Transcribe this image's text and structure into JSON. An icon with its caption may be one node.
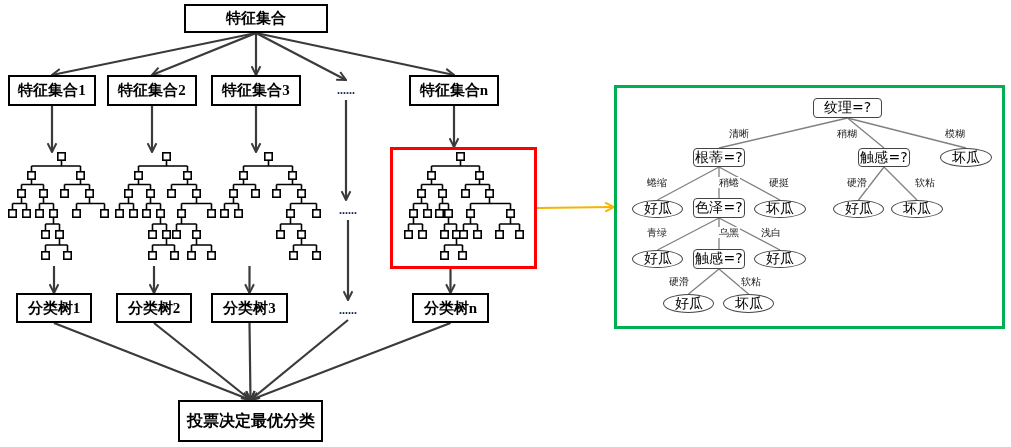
{
  "diagram": {
    "nodes": [
      {
        "text": [
          "特征集合"
        ]
      },
      {
        "text": [
          "特征集合1"
        ]
      },
      {
        "text": [
          "特征集合2"
        ]
      },
      {
        "text": [
          "特征集合3"
        ]
      },
      {
        "text": [
          "......"
        ]
      },
      {
        "text": [
          "特征集合n"
        ]
      },
      {
        "text": [],
        "shape": "picture"
      },
      {
        "text": [],
        "shape": "picture"
      },
      {
        "text": [],
        "shape": "picture"
      },
      {
        "text": [
          "......"
        ]
      },
      {
        "text": [],
        "shape": "box"
      },
      {
        "text": [],
        "shape": "picture",
        "in": 10
      },
      {
        "text": [
          "分类树1"
        ]
      },
      {
        "text": [
          "分类树2"
        ]
      },
      {
        "text": [
          "分类树3"
        ]
      },
      {
        "text": [
          "......"
        ]
      },
      {
        "text": [
          "分类树n"
        ]
      },
      {
        "text": [
          "投票决定最优分类"
        ]
      },
      {
        "text": [],
        "shape": "box"
      },
      {
        "text": [
          "纹理=?"
        ],
        "in": 18
      },
      {
        "text": [
          "根蒂=?"
        ],
        "in": 18
      },
      {
        "text": [
          "触感=?"
        ],
        "in": 18
      },
      {
        "text": [
          "坏瓜"
        ],
        "in": 18
      },
      {
        "text": [
          "好瓜"
        ],
        "in": 18
      },
      {
        "text": [
          "色泽=?"
        ],
        "in": 18
      },
      {
        "text": [
          "坏瓜"
        ],
        "in": 18
      },
      {
        "text": [
          "好瓜"
        ],
        "in": 18
      },
      {
        "text": [
          "坏瓜"
        ],
        "in": 18
      },
      {
        "text": [
          "好瓜"
        ],
        "in": 18
      },
      {
        "text": [
          "触感=?"
        ],
        "in": 18
      },
      {
        "text": [
          "好瓜"
        ],
        "in": 18
      },
      {
        "text": [
          "好瓜"
        ],
        "in": 18
      },
      {
        "text": [
          "坏瓜"
        ],
        "in": 18
      }
    ],
    "edges": [
      {
        "from": 0,
        "to": 1,
        "arrow": "to"
      },
      {
        "from": 0,
        "to": 2,
        "arrow": "to"
      },
      {
        "from": 0,
        "to": 3,
        "arrow": "to"
      },
      {
        "from": 0,
        "to": 4,
        "arrow": "to"
      },
      {
        "from": 0,
        "to": 5,
        "arrow": "to"
      },
      {
        "from": 1,
        "to": 6,
        "arrow": "to"
      },
      {
        "from": 2,
        "to": 7,
        "arrow": "to"
      },
      {
        "from": 3,
        "to": 8,
        "arrow": "to"
      },
      {
        "from": 4,
        "to": 9,
        "arrow": "to"
      },
      {
        "from": 5,
        "to": 10,
        "arrow": "to"
      },
      {
        "from": 6,
        "to": 12,
        "arrow": "to"
      },
      {
        "from": 7,
        "to": 13,
        "arrow": "to"
      },
      {
        "from": 8,
        "to": 14,
        "arrow": "to"
      },
      {
        "from": 9,
        "to": 15,
        "arrow": "to"
      },
      {
        "from": 10,
        "to": 16,
        "arrow": "to"
      },
      {
        "from": 12,
        "to": 17,
        "arrow": "to"
      },
      {
        "from": 13,
        "to": 17,
        "arrow": "to"
      },
      {
        "from": 14,
        "to": 17,
        "arrow": "to"
      },
      {
        "from": 15,
        "to": 17,
        "arrow": "to"
      },
      {
        "from": 16,
        "to": 17,
        "arrow": "to"
      },
      {
        "from": 10,
        "to": 18,
        "arrow": "to",
        "color": "#f5b400"
      },
      {
        "from": 19,
        "to": 20,
        "arrow": "none",
        "label": "清晰",
        "color": "#808080"
      },
      {
        "from": 19,
        "to": 21,
        "arrow": "none",
        "label": "稍糊",
        "color": "#808080"
      },
      {
        "from": 19,
        "to": 22,
        "arrow": "none",
        "label": "模糊",
        "color": "#808080"
      },
      {
        "from": 20,
        "to": 23,
        "arrow": "none",
        "label": "蜷缩",
        "color": "#808080"
      },
      {
        "from": 20,
        "to": 24,
        "arrow": "none",
        "label": "稍蜷",
        "color": "#808080"
      },
      {
        "from": 20,
        "to": 25,
        "arrow": "none",
        "label": "硬挺",
        "color": "#808080"
      },
      {
        "from": 21,
        "to": 26,
        "arrow": "none",
        "label": "硬滑",
        "color": "#808080"
      },
      {
        "from": 21,
        "to": 27,
        "arrow": "none",
        "label": "软粘",
        "color": "#808080"
      },
      {
        "from": 24,
        "to": 28,
        "arrow": "none",
        "label": "青绿",
        "color": "#808080"
      },
      {
        "from": 24,
        "to": 29,
        "arrow": "none",
        "label": "乌黑",
        "color": "#808080"
      },
      {
        "from": 24,
        "to": 30,
        "arrow": "none",
        "label": "浅白",
        "color": "#808080"
      },
      {
        "from": 29,
        "to": 31,
        "arrow": "none",
        "label": "硬滑",
        "color": "#808080"
      },
      {
        "from": 29,
        "to": 32,
        "arrow": "none",
        "label": "软粘",
        "color": "#808080"
      }
    ]
  }
}
